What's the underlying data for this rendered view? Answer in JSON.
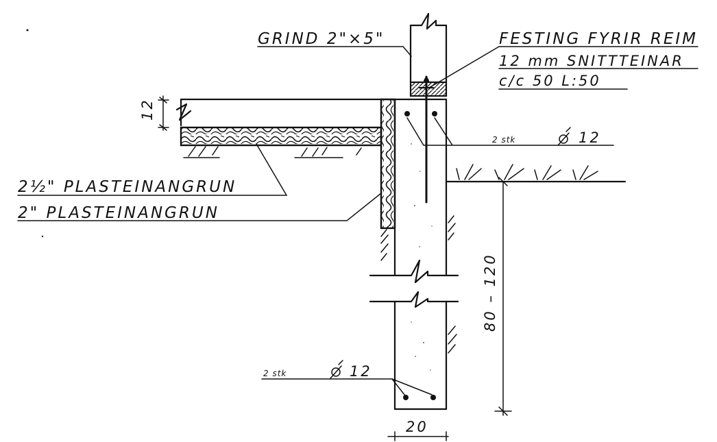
{
  "labels": {
    "grind": "GRIND 2\"×5\"",
    "festing_line1": "FESTING FYRIR REIM",
    "festing_line2": "12 mm SNITTTEINAR",
    "festing_line3": "c/c 50 L:50",
    "rebar_top_count": "2 stk",
    "rebar_top_size": "12",
    "rebar_bottom_count": "2 stk",
    "rebar_bottom_size": "12",
    "insulation_floor": "2½\" PLASTEINANGRUN",
    "insulation_wall": "2\" PLASTEINANGRUN",
    "dim_slab": "12",
    "dim_depth": "80 – 120",
    "dim_width": "20"
  }
}
